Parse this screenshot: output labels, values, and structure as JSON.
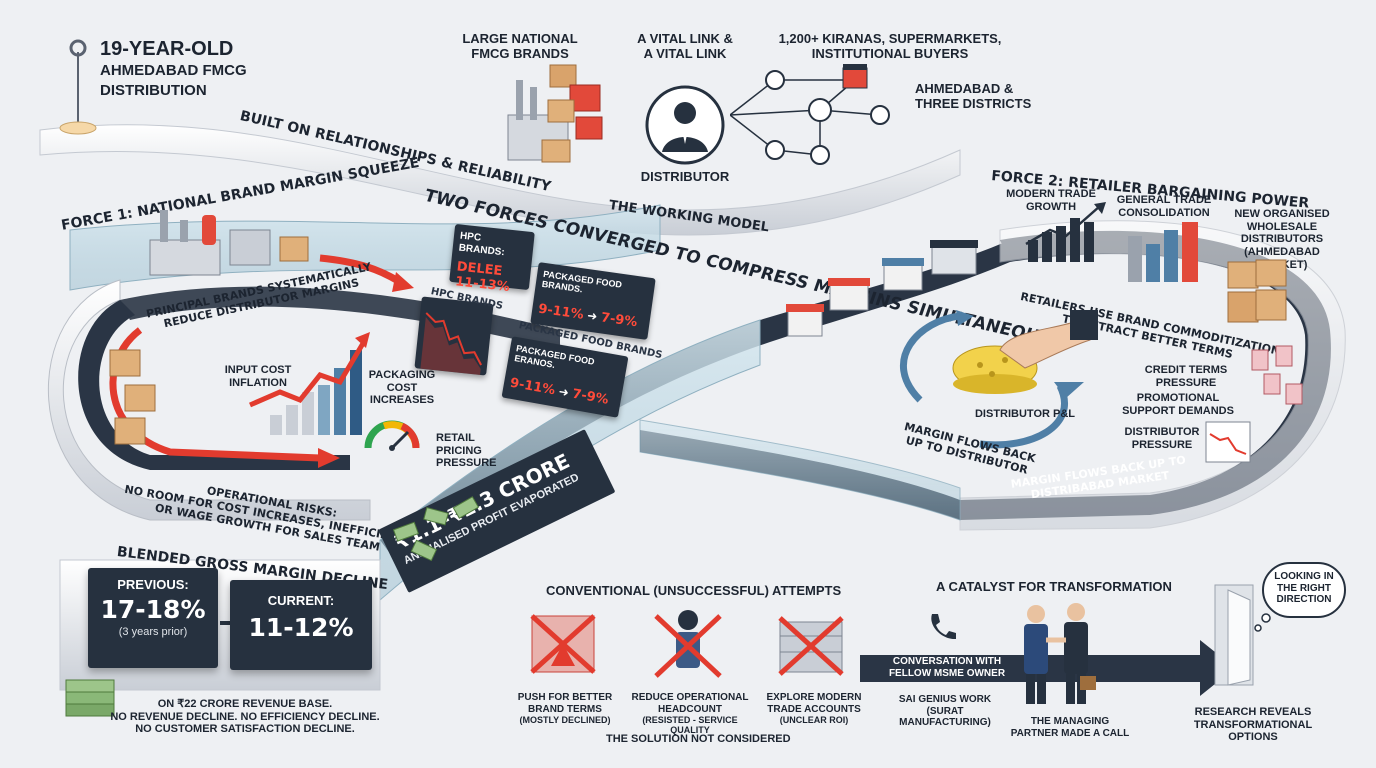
{
  "header": {
    "title": "19-YEAR-OLD",
    "subtitle_line1": "AHMEDABAD FMCG",
    "subtitle_line2": "DISTRIBUTION",
    "tagline": "BUILT ON RELATIONSHIPS & RELIABILITY"
  },
  "working_model": {
    "brands_label_l1": "LARGE NATIONAL",
    "brands_label_l2": "FMCG BRANDS",
    "link_label_l1": "A VITAL LINK &",
    "link_label_l2": "A VITAL LINK",
    "buyers_label_l1": "1,200+ KIRANAS, SUPERMARKETS,",
    "buyers_label_l2": "INSTITUTIONAL BUYERS",
    "region_label_l1": "AHMEDABAD &",
    "region_label_l2": "THREE DISTRICTS",
    "distributor_label": "DISTRIBUTOR",
    "model_label": "THE WORKING MODEL"
  },
  "center_title": "TWO FORCES CONVERGED TO COMPRESS MARGINS SIMULTANEOUSLY",
  "force1": {
    "title": "FORCE 1: NATIONAL BRAND MARGIN SQUEEZE",
    "principal_l1": "PRINCIPAL BRANDS SYSTEMATICALLY",
    "principal_l2": "REDUCE DISTRIBUTOR MARGINS",
    "input_cost_l1": "INPUT COST",
    "input_cost_l2": "INFLATION",
    "packaging_l1": "PACKAGING",
    "packaging_l2": "COST",
    "packaging_l3": "INCREASES",
    "retail_l1": "RETAIL",
    "retail_l2": "PRICING",
    "retail_l3": "PRESSURE",
    "ops_l1": "OPERATIONAL RISKS:",
    "ops_l2": "NO ROOM FOR COST INCREASES, INEFFICIENCY,",
    "ops_l3": "OR WAGE GROWTH FOR SALES TEAM",
    "hpc_panel_label": "HPC BRANDS:",
    "hpc_panel_value": "DELEE 11-13%",
    "hpc_tag": "HPC BRANDS",
    "pkg_panel1_label": "PACKAGED FOOD BRANDS.",
    "pkg_panel1_from": "9-11%",
    "pkg_panel1_to": "7-9%",
    "pkg_tag": "PACKAGED FOOD BRANDS",
    "pkg_panel2_label": "PACKAGED FOOD ERANOS.",
    "pkg_panel2_from": "9-11%",
    "pkg_panel2_to": "7-9%"
  },
  "force2": {
    "title": "FORCE 2: RETAILER BARGAINING POWER",
    "modern_l1": "MODERN TRADE",
    "modern_l2": "GROWTH",
    "general_l1": "GENERAL TRADE",
    "general_l2": "CONSOLIDATION",
    "new_l1": "NEW ORGANISED",
    "new_l2": "WHOLESALE",
    "new_l3": "DISTRIBUTORS",
    "new_l4": "(AHMEDABAD MARKET)",
    "retailers_l1": "RETAILERS USE BRAND COMMODITIZATION",
    "retailers_l2": "TO EXTRACT BETTER TERMS",
    "credit_l1": "CREDIT TERMS",
    "credit_l2": "PRESSURE",
    "promo_l1": "PROMOTIONAL",
    "promo_l2": "SUPPORT DEMANDS",
    "dist_l1": "DISTRIBUTOR",
    "dist_l2": "PRESSURE",
    "pl_label": "DISTRIBUTOR P&L",
    "margin_back_l1": "MARGIN FLOWS BACK",
    "margin_back_l2": "UP TO DISTRIBUTOR",
    "margin_flow_l1": "MARGIN FLOWS BACK UP TO",
    "margin_flow_l2": "DISTRIBABAD MARKET"
  },
  "profit": {
    "value": "₹1.1–₹1.3 CRORE",
    "caption": "ANNUALISED PROFIT EVAPORATED"
  },
  "gross_margin": {
    "title": "BLENDED GROSS MARGIN DECLINE",
    "previous_label": "PREVIOUS:",
    "previous_value": "17-18%",
    "previous_note": "(3 years prior)",
    "current_label": "CURRENT:",
    "current_value": "11-12%",
    "note_l1": "ON ₹22 CRORE REVENUE BASE.",
    "note_l2": "NO REVENUE DECLINE. NO EFFICIENCY DECLINE.",
    "note_l3": "NO CUSTOMER SATISFACTION DECLINE."
  },
  "attempts": {
    "title": "CONVENTIONAL (UNSUCCESSFUL) ATTEMPTS",
    "items": [
      {
        "l1": "PUSH FOR BETTER",
        "l2": "BRAND TERMS",
        "l3": "(MOSTLY DECLINED)"
      },
      {
        "l1": "REDUCE OPERATIONAL",
        "l2": "HEADCOUNT",
        "l3": "(RESISTED - SERVICE QUALITY"
      },
      {
        "l1": "EXPLORE MODERN",
        "l2": "TRADE ACCOUNTS",
        "l3": "(UNCLEAR ROI)"
      }
    ],
    "not_considered": "THE SOLUTION NOT CONSIDERED"
  },
  "catalyst": {
    "title": "A CATALYST FOR TRANSFORMATION",
    "conv_l1": "CONVERSATION WITH",
    "conv_l2": "FELLOW MSME OWNER",
    "sai_l1": "SAI GENIUS WORK",
    "sai_l2": "(SURAT",
    "sai_l3": "MANUFACTURING)",
    "partner_l1": "THE MANAGING",
    "partner_l2": "PARTNER MADE A CALL",
    "thought_l1": "LOOKING IN",
    "thought_l2": "THE RIGHT",
    "thought_l3": "DIRECTION",
    "research_l1": "RESEARCH REVEALS",
    "research_l2": "TRANSFORMATIONAL OPTIONS"
  },
  "colors": {
    "track": "#2a3545",
    "accent_red": "#e23b2e",
    "glass": "#bcd6e2",
    "surface": "#f7f8fa"
  }
}
